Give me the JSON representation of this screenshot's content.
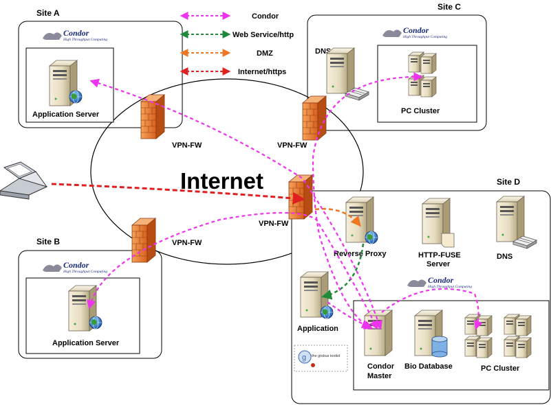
{
  "legend": [
    {
      "label": "Condor",
      "color": "#ee33ee"
    },
    {
      "label": "Web Service/http",
      "color": "#1e8a3a"
    },
    {
      "label": "DMZ",
      "color": "#ee7722"
    },
    {
      "label": "Internet/https",
      "color": "#e02020"
    }
  ],
  "sites": {
    "a": {
      "title": "Site A",
      "server_label": "Application Server"
    },
    "b": {
      "title": "Site B",
      "server_label": "Application Server"
    },
    "c": {
      "title": "Site C",
      "dns_label": "DNS",
      "cluster_label": "PC Cluster"
    },
    "d": {
      "title": "Site D",
      "reverse_proxy": "Reverse Proxy",
      "fuse_line1": "HTTP-FUSE",
      "fuse_line2": "Server",
      "dns_label": "DNS",
      "application": "Application",
      "condor_master_line1": "Condor",
      "condor_master_line2": "Master",
      "bio_database": "Bio Database",
      "cluster_label": "PC Cluster"
    }
  },
  "firewalls": {
    "a": "VPN-FW",
    "b": "VPN-FW",
    "c": "VPN-FW",
    "d": "VPN-FW"
  },
  "internet_label": "Internet",
  "condor_logo": {
    "title": "Condor",
    "subtitle": "High Throughput Computing"
  },
  "globus_logo": {
    "text": "the globus toolkit"
  }
}
